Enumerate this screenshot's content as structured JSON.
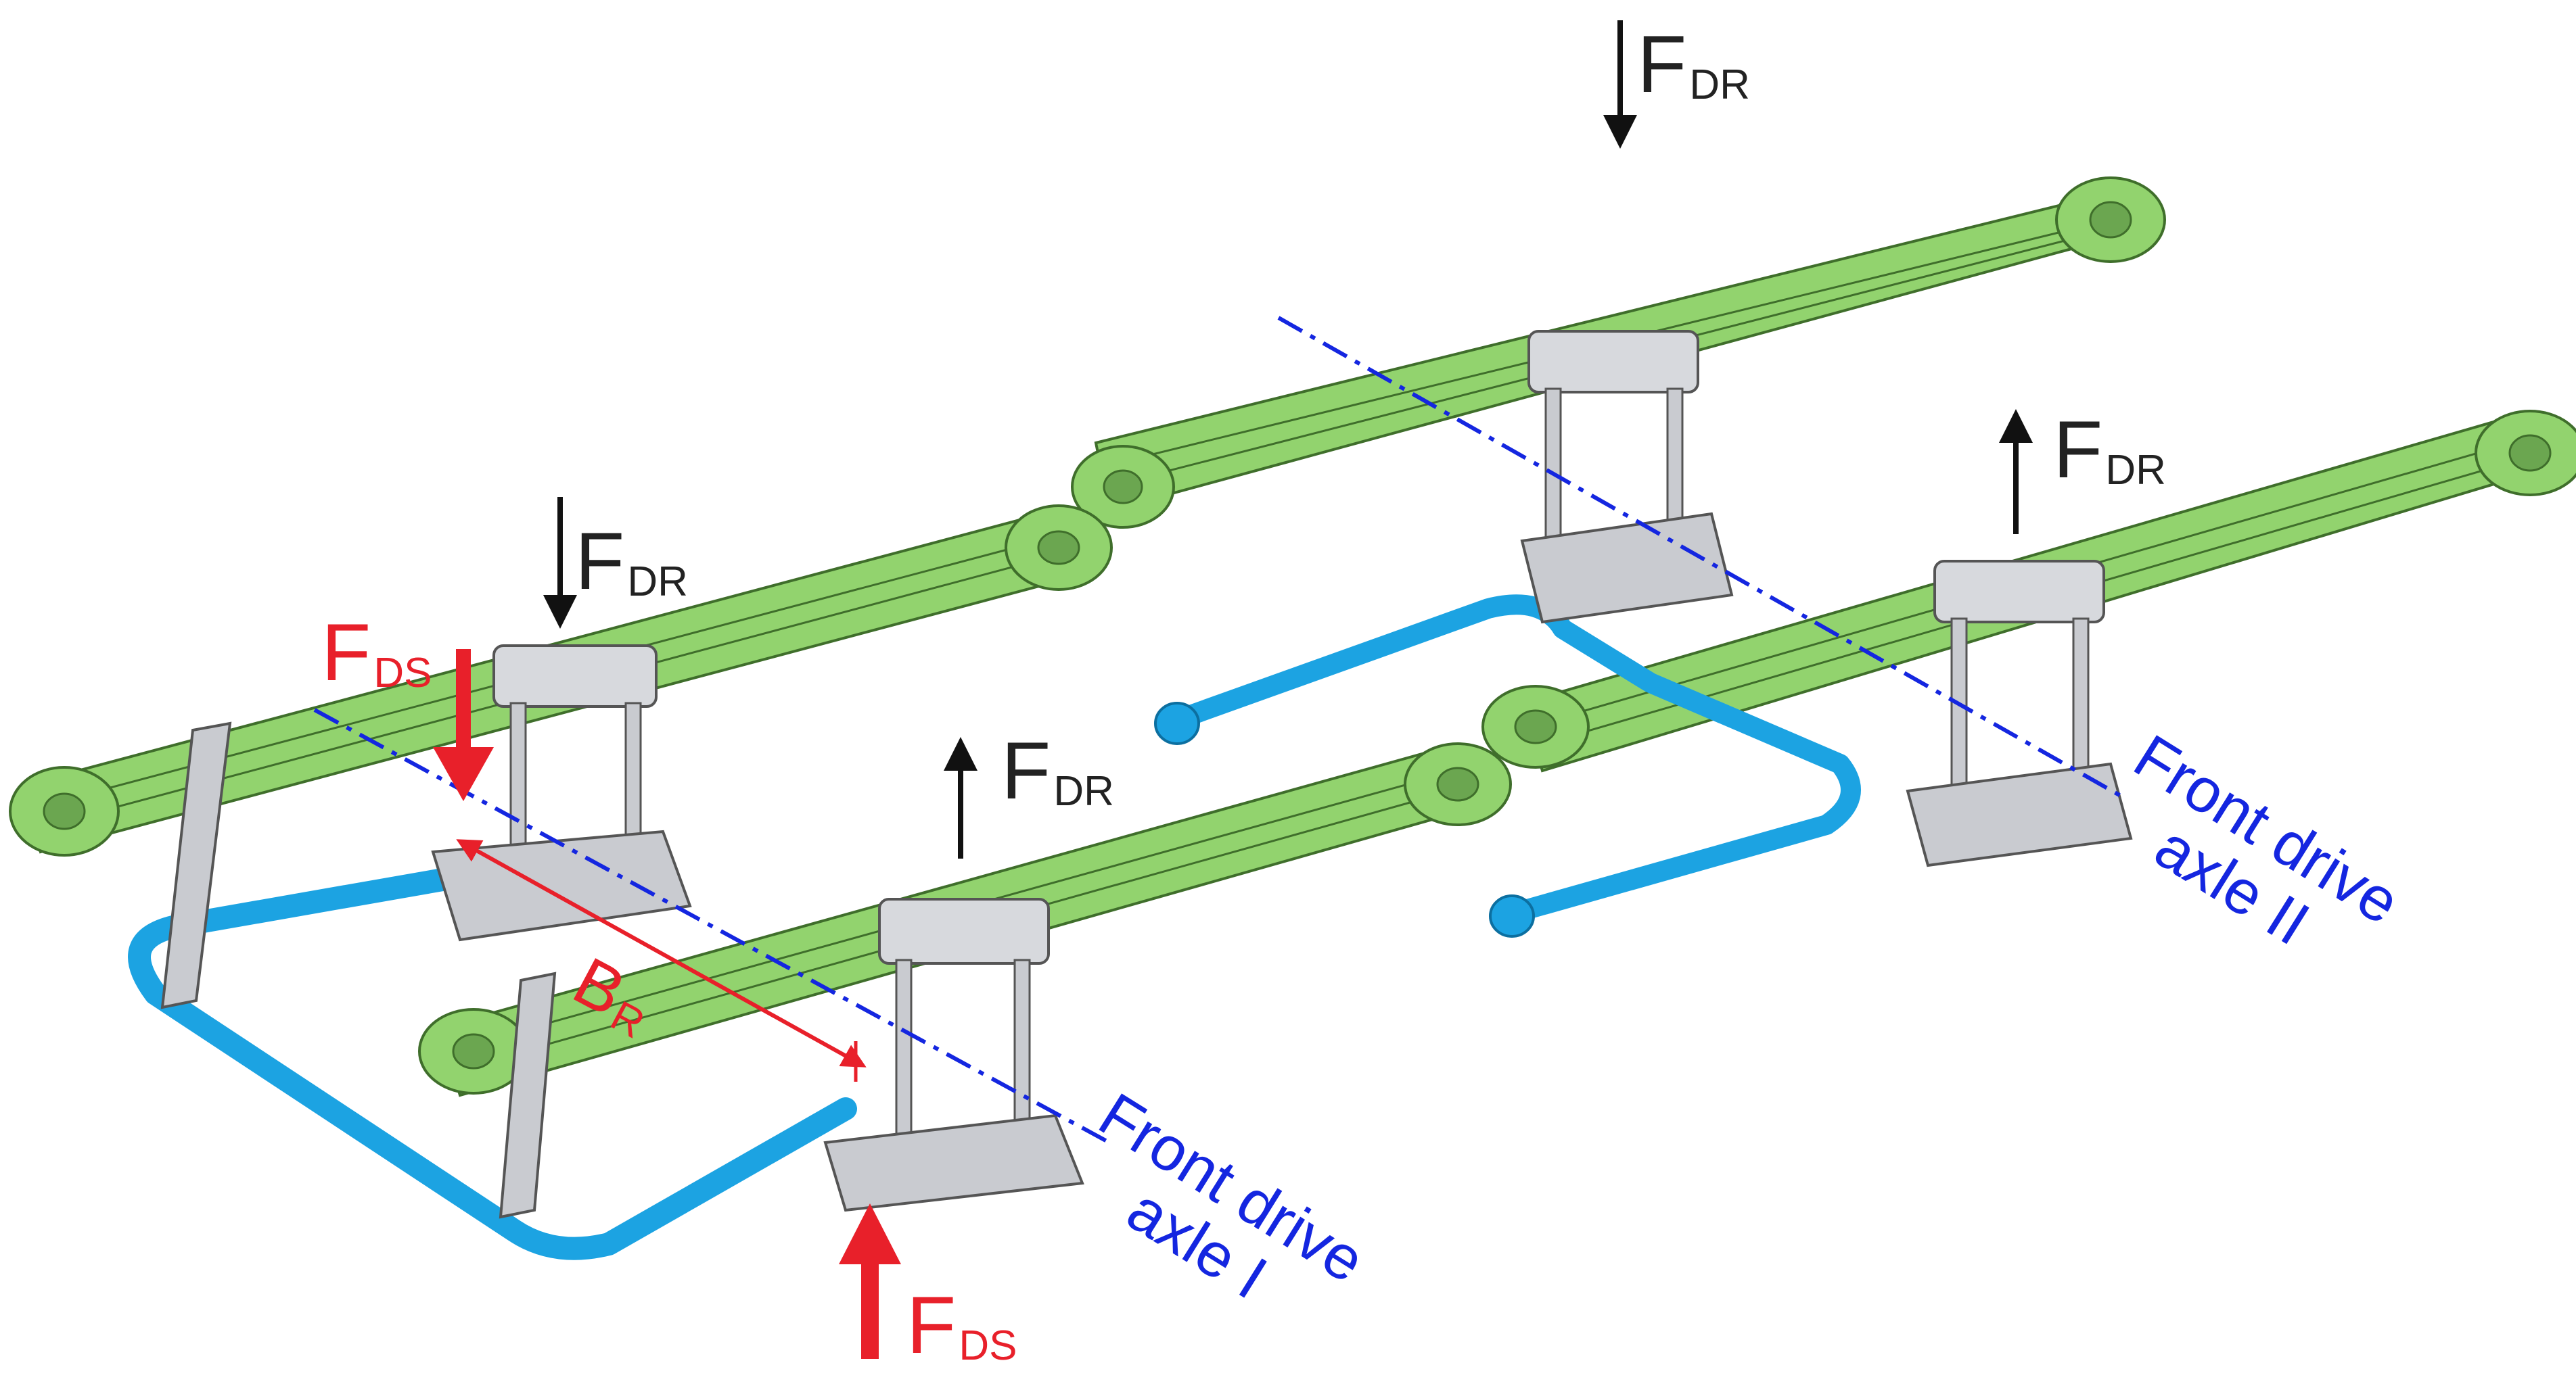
{
  "labels": {
    "force_dr": "F",
    "force_dr_sub": "DR",
    "force_ds": "F",
    "force_ds_sub": "DS",
    "b": "B",
    "b_sub": "R"
  },
  "axles": {
    "axle1_line1": "Front drive",
    "axle1_line2": "axle I",
    "axle2_line1": "Front drive",
    "axle2_line2": "axle II"
  },
  "colors": {
    "spring_green": "#92d36e",
    "stabilizer_blue": "#1ca3e2",
    "force_red": "#e8202a",
    "axis_blue": "#1426e0",
    "arrow_black": "#111111",
    "bracket_grey": "#c9cbd0"
  }
}
